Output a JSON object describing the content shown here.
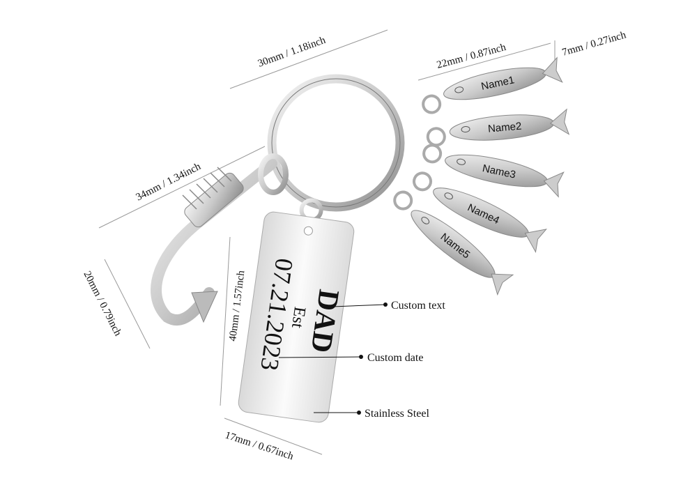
{
  "dimensions": {
    "ring_width": "30mm / 1.18inch",
    "fish_length": "22mm / 0.87inch",
    "fish_height": "7mm / 0.27inch",
    "hook_length": "34mm / 1.34inch",
    "hook_width": "20mm / 0.79inch",
    "tag_height": "40mm / 1.57inch",
    "tag_width": "17mm / 0.67inch"
  },
  "callouts": {
    "text": "Custom text",
    "date": "Custom date",
    "material": "Stainless Steel"
  },
  "tag": {
    "title": "DAD",
    "est": "Est",
    "date": "07.21.2023"
  },
  "fish": [
    "Name1",
    "Name2",
    "Name3",
    "Name4",
    "Name5"
  ]
}
